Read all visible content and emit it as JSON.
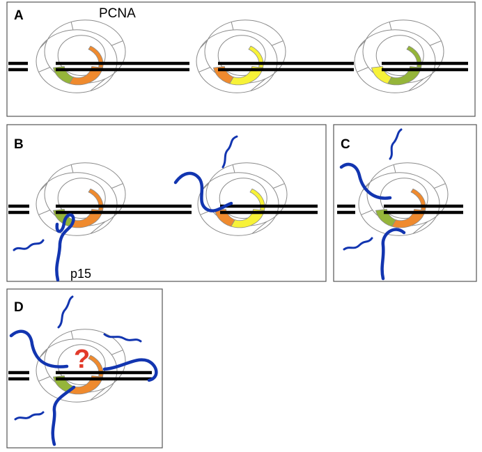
{
  "panels": {
    "a": {
      "letter": "A",
      "pcna_label": "PCNA"
    },
    "b": {
      "letter": "B",
      "p15_label": "p15"
    },
    "c": {
      "letter": "C"
    },
    "d": {
      "letter": "D",
      "question_mark": "?"
    }
  },
  "colors": {
    "green": "#95b53a",
    "orange": "#ef8a2e",
    "yellow": "#f7f238",
    "peptide_blue": "#1235b0",
    "question_red": "#e23a2a",
    "dna_black": "#000000",
    "ring_gray": "#8a8a8a"
  }
}
